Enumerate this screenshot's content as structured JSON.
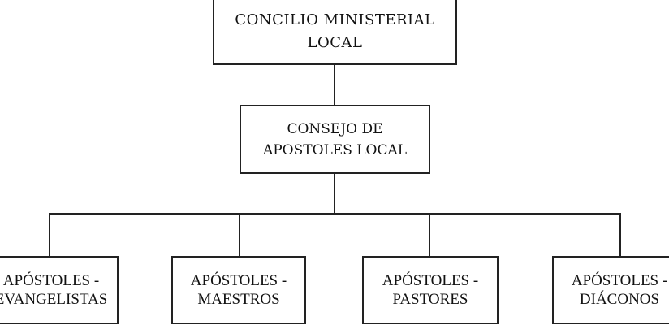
{
  "root": {
    "lines": [
      "CONCILIO MINISTERIAL",
      "LOCAL"
    ]
  },
  "council": {
    "lines": [
      "CONSEJO DE",
      "APOSTOLES LOCAL"
    ]
  },
  "children": [
    {
      "lines": [
        "APÓSTOLES -",
        "EVANGELISTAS"
      ]
    },
    {
      "lines": [
        "APÓSTOLES -",
        "MAESTROS"
      ]
    },
    {
      "lines": [
        "APÓSTOLES -",
        "PASTORES"
      ]
    },
    {
      "lines": [
        "APÓSTOLES -",
        "DIÁCONOS"
      ]
    }
  ]
}
